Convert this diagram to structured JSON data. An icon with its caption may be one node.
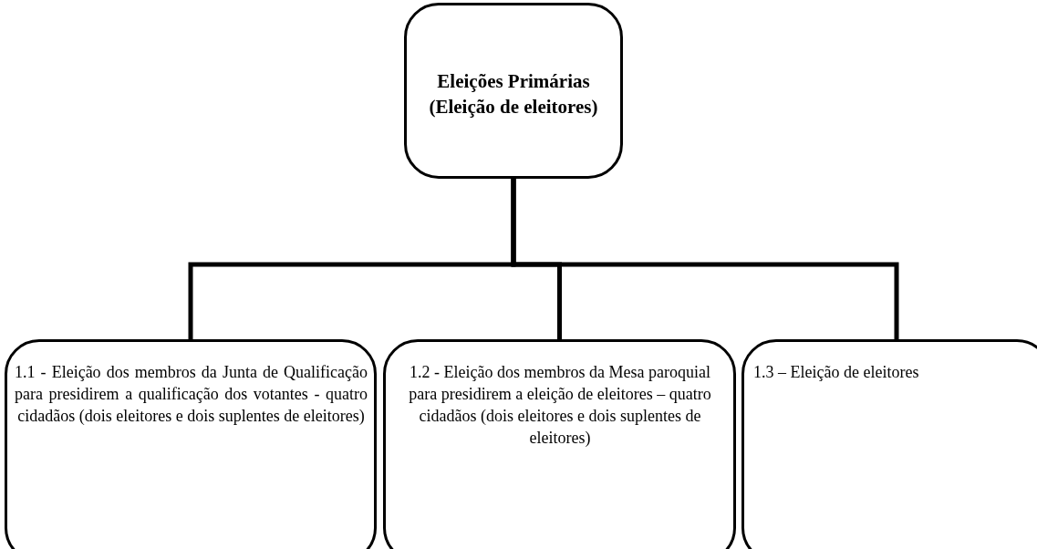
{
  "diagram": {
    "nodes": [
      {
        "text": [
          "Eleições Primárias (Eleição de eleitores)"
        ]
      },
      {
        "text": [
          "1.1 - Eleição dos membros da Junta de Qualificação para presidirem a qualificação dos votantes - quatro cidadãos (dois eleitores e dois suplentes de eleitores)"
        ]
      },
      {
        "text": [
          "1.2 - Eleição dos membros da Mesa paroquial para presidirem a eleição de eleitores – quatro cidadãos (dois eleitores e dois suplentes de eleitores)"
        ]
      },
      {
        "text": [
          "1.3 – Eleição de eleitores"
        ]
      }
    ],
    "edges": [
      {
        "from": 0,
        "to": 1,
        "arrow": "none"
      },
      {
        "from": 0,
        "to": 2,
        "arrow": "none"
      },
      {
        "from": 0,
        "to": 3,
        "arrow": "none"
      }
    ]
  }
}
